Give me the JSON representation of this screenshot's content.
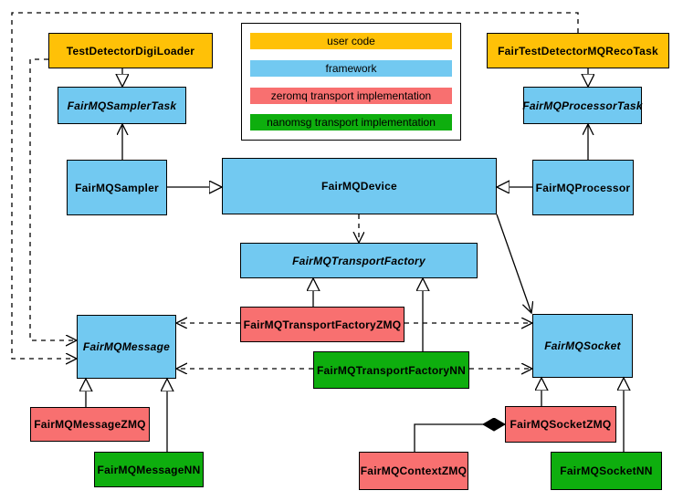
{
  "colors": {
    "user_code": "#FFC107",
    "framework": "#72C9F1",
    "zeromq": "#F87070",
    "nanomsg": "#0EAE0E",
    "border": "#000000",
    "background": "#FFFFFF"
  },
  "legend": {
    "items": [
      {
        "label": "user code",
        "type": "user_code"
      },
      {
        "label": "framework",
        "type": "framework"
      },
      {
        "label": "zeromq transport implementation",
        "type": "zeromq"
      },
      {
        "label": "nanomsg transport implementation",
        "type": "nanomsg"
      }
    ]
  },
  "nodes": [
    {
      "id": "test-detector-digi-loader",
      "label": "TestDetectorDigiLoader",
      "type": "user_code",
      "abstract": false
    },
    {
      "id": "fair-test-detector-mq-reco-task",
      "label": "FairTestDetectorMQRecoTask",
      "type": "user_code",
      "abstract": false
    },
    {
      "id": "fairmq-sampler-task",
      "label": "FairMQSamplerTask",
      "type": "framework",
      "abstract": true
    },
    {
      "id": "fairmq-processor-task",
      "label": "FairMQProcessorTask",
      "type": "framework",
      "abstract": true
    },
    {
      "id": "fairmq-sampler",
      "label": "FairMQSampler",
      "type": "framework",
      "abstract": false
    },
    {
      "id": "fairmq-device",
      "label": "FairMQDevice",
      "type": "framework",
      "abstract": false
    },
    {
      "id": "fairmq-processor",
      "label": "FairMQProcessor",
      "type": "framework",
      "abstract": false
    },
    {
      "id": "fairmq-transport-factory",
      "label": "FairMQTransportFactory",
      "type": "framework",
      "abstract": true
    },
    {
      "id": "fairmq-transport-factory-zmq",
      "label": "FairMQTransportFactoryZMQ",
      "type": "zeromq",
      "abstract": false
    },
    {
      "id": "fairmq-transport-factory-nn",
      "label": "FairMQTransportFactoryNN",
      "type": "nanomsg",
      "abstract": false
    },
    {
      "id": "fairmq-message",
      "label": "FairMQMessage",
      "type": "framework",
      "abstract": true
    },
    {
      "id": "fairmq-socket",
      "label": "FairMQSocket",
      "type": "framework",
      "abstract": true
    },
    {
      "id": "fairmq-message-zmq",
      "label": "FairMQMessageZMQ",
      "type": "zeromq",
      "abstract": false
    },
    {
      "id": "fairmq-message-nn",
      "label": "FairMQMessageNN",
      "type": "nanomsg",
      "abstract": false
    },
    {
      "id": "fairmq-socket-zmq",
      "label": "FairMQSocketZMQ",
      "type": "zeromq",
      "abstract": false
    },
    {
      "id": "fairmq-socket-nn",
      "label": "FairMQSocketNN",
      "type": "nanomsg",
      "abstract": false
    },
    {
      "id": "fairmq-context-zmq",
      "label": "FairMQContextZMQ",
      "type": "zeromq",
      "abstract": false
    }
  ],
  "relations": [
    {
      "from": "TestDetectorDigiLoader",
      "to": "FairMQSamplerTask",
      "kind": "generalization"
    },
    {
      "from": "FairTestDetectorMQRecoTask",
      "to": "FairMQProcessorTask",
      "kind": "generalization"
    },
    {
      "from": "FairMQSampler",
      "to": "FairMQDevice",
      "kind": "generalization"
    },
    {
      "from": "FairMQProcessor",
      "to": "FairMQDevice",
      "kind": "generalization"
    },
    {
      "from": "FairMQTransportFactoryZMQ",
      "to": "FairMQTransportFactory",
      "kind": "generalization"
    },
    {
      "from": "FairMQTransportFactoryNN",
      "to": "FairMQTransportFactory",
      "kind": "generalization"
    },
    {
      "from": "FairMQMessageZMQ",
      "to": "FairMQMessage",
      "kind": "generalization"
    },
    {
      "from": "FairMQMessageNN",
      "to": "FairMQMessage",
      "kind": "generalization"
    },
    {
      "from": "FairMQSocketZMQ",
      "to": "FairMQSocket",
      "kind": "generalization"
    },
    {
      "from": "FairMQSocketNN",
      "to": "FairMQSocket",
      "kind": "generalization"
    },
    {
      "from": "FairMQSampler",
      "to": "FairMQSamplerTask",
      "kind": "association"
    },
    {
      "from": "FairMQProcessor",
      "to": "FairMQProcessorTask",
      "kind": "association"
    },
    {
      "from": "FairMQDevice",
      "to": "FairMQSocket",
      "kind": "association"
    },
    {
      "from": "FairMQDevice",
      "to": "FairMQTransportFactory",
      "kind": "dependency"
    },
    {
      "from": "FairMQTransportFactoryZMQ",
      "to": "FairMQMessage",
      "kind": "dependency"
    },
    {
      "from": "FairMQTransportFactoryZMQ",
      "to": "FairMQSocket",
      "kind": "dependency"
    },
    {
      "from": "FairMQTransportFactoryNN",
      "to": "FairMQMessage",
      "kind": "dependency"
    },
    {
      "from": "FairMQTransportFactoryNN",
      "to": "FairMQSocket",
      "kind": "dependency"
    },
    {
      "from": "TestDetectorDigiLoader",
      "to": "FairMQMessage",
      "kind": "dependency"
    },
    {
      "from": "FairTestDetectorMQRecoTask",
      "to": "FairMQMessage",
      "kind": "dependency"
    },
    {
      "from": "FairMQContextZMQ",
      "to": "FairMQSocketZMQ",
      "kind": "composition"
    }
  ]
}
